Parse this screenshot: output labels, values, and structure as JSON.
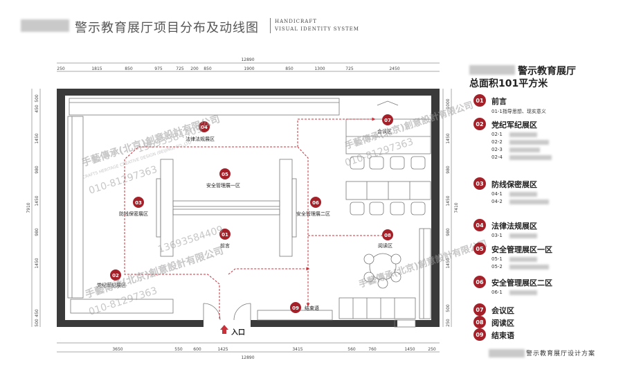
{
  "header": {
    "title": "警示教育展厅项目分布及动线图",
    "en_line1": "HANDICRAFT",
    "en_line2": "VISUAL IDENTITY SYSTEM"
  },
  "dimensions": {
    "overall": "12890",
    "top": [
      "250",
      "1815",
      "850",
      "975",
      "725",
      "200",
      "850",
      "1900",
      "850",
      "1300",
      "725",
      "2450"
    ],
    "bottom": [
      "3650",
      "550",
      "600",
      "1425",
      "3415",
      "560",
      "760",
      "1450",
      "250"
    ],
    "left": [
      "500",
      "450",
      "1450",
      "980",
      "1450",
      "980",
      "1450",
      "450",
      "500"
    ],
    "left_total": "7910",
    "right": [
      "1000",
      "1450",
      "980",
      "1450",
      "980",
      "1450",
      "500",
      "250"
    ],
    "right_total": "7410"
  },
  "zones": [
    {
      "num": "01",
      "name": "前言"
    },
    {
      "num": "02",
      "name": "党纪军纪展区"
    },
    {
      "num": "03",
      "name": "防线保密展区"
    },
    {
      "num": "04",
      "name": "法律法规展区"
    },
    {
      "num": "05",
      "name": "安全管理展一区"
    },
    {
      "num": "06",
      "name": "安全管理展二区"
    },
    {
      "num": "07",
      "name": "会议区"
    },
    {
      "num": "08",
      "name": "阅读区"
    },
    {
      "num": "09",
      "name": "结束语"
    }
  ],
  "entrance": "入口",
  "watermarks": {
    "company": "手藝傳承(北京)創意設計有限公司",
    "en": "CRAFTS HERITAGE CREATIVE DESIGN (BEIJING) CO.,LTD",
    "phone1": "010-81297363",
    "phone2": "13693584409"
  },
  "legend": {
    "heading1": "警示教育展厅",
    "heading2": "总面积101平方米",
    "items": [
      {
        "num": "01",
        "name": "前言",
        "subs": [
          "01-1指导思想、现实意义"
        ]
      },
      {
        "num": "02",
        "name": "党纪军纪展区",
        "subs": [
          "02-1",
          "02-2",
          "02-3",
          "02-4"
        ]
      },
      {
        "num": "03",
        "name": "防线保密展区",
        "subs": [
          "04-1",
          "04-2"
        ]
      },
      {
        "num": "04",
        "name": "法律法规展区",
        "subs": [
          "03-1"
        ]
      },
      {
        "num": "05",
        "name": "安全管理展区一区",
        "subs": [
          "05-1",
          "05-2"
        ]
      },
      {
        "num": "06",
        "name": "安全管理展区二区",
        "subs": [
          "06-1"
        ]
      },
      {
        "num": "07",
        "name": "会议区",
        "subs": []
      },
      {
        "num": "08",
        "name": "阅读区",
        "subs": []
      },
      {
        "num": "09",
        "name": "结束语",
        "subs": []
      }
    ]
  },
  "footer": "警示教育展厅设计方案",
  "colors": {
    "accent": "#a5212a",
    "wall": "#3a3a3a",
    "flow": "#c8303a"
  }
}
